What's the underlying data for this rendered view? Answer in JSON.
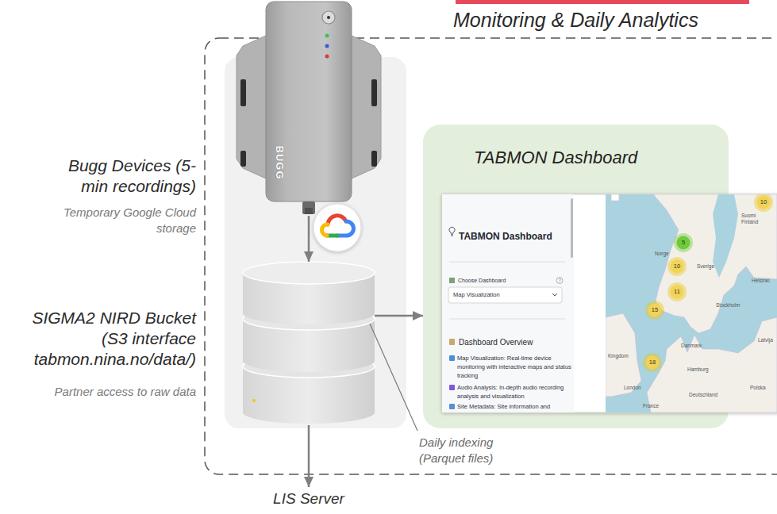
{
  "diagram": {
    "nodes": [
      {
        "text": [
          "Monitoring & Daily Analytics"
        ]
      },
      {
        "text": [
          "Bugg Devices (5-min recordings)",
          "Temporary Google Cloud storage"
        ],
        "in": 0
      },
      {
        "text": [
          "TABMON Dashboard"
        ],
        "in": 0
      },
      {
        "text": [
          "SIGMA2 NIRD Bucket (S3 interface tabmon.nina.no/data/)",
          "Partner access to raw data"
        ],
        "in": 0
      },
      {
        "text": [
          "LIS Server"
        ]
      }
    ],
    "edges": [
      {
        "from": 1,
        "to": 3,
        "arrow": "to"
      },
      {
        "from": 3,
        "to": 2,
        "arrow": "to"
      },
      {
        "from": 3,
        "to": 4,
        "arrow": "to"
      }
    ],
    "labels": [
      "Daily indexing (Parquet files)",
      "BUGG",
      "TABMON Dashboard",
      "Choose Dashboard",
      "?",
      "Map Visualization",
      "Dashboard Overview",
      "Map Visualization: Real-time device monitoring with interactive maps and status tracking",
      "Audio Analysis: In-depth audio recording analysis and visualization",
      "Site Metadata: Site information and",
      "5",
      "10",
      "11",
      "15",
      "18",
      "10",
      "Suomi Finland",
      "Norge",
      "Sverige",
      "Stockholm",
      "Helsinki",
      "Danmark",
      "Latvija",
      "Hamburg",
      "Deutschland",
      "Polska",
      "London",
      "Kingdom",
      "France"
    ]
  }
}
